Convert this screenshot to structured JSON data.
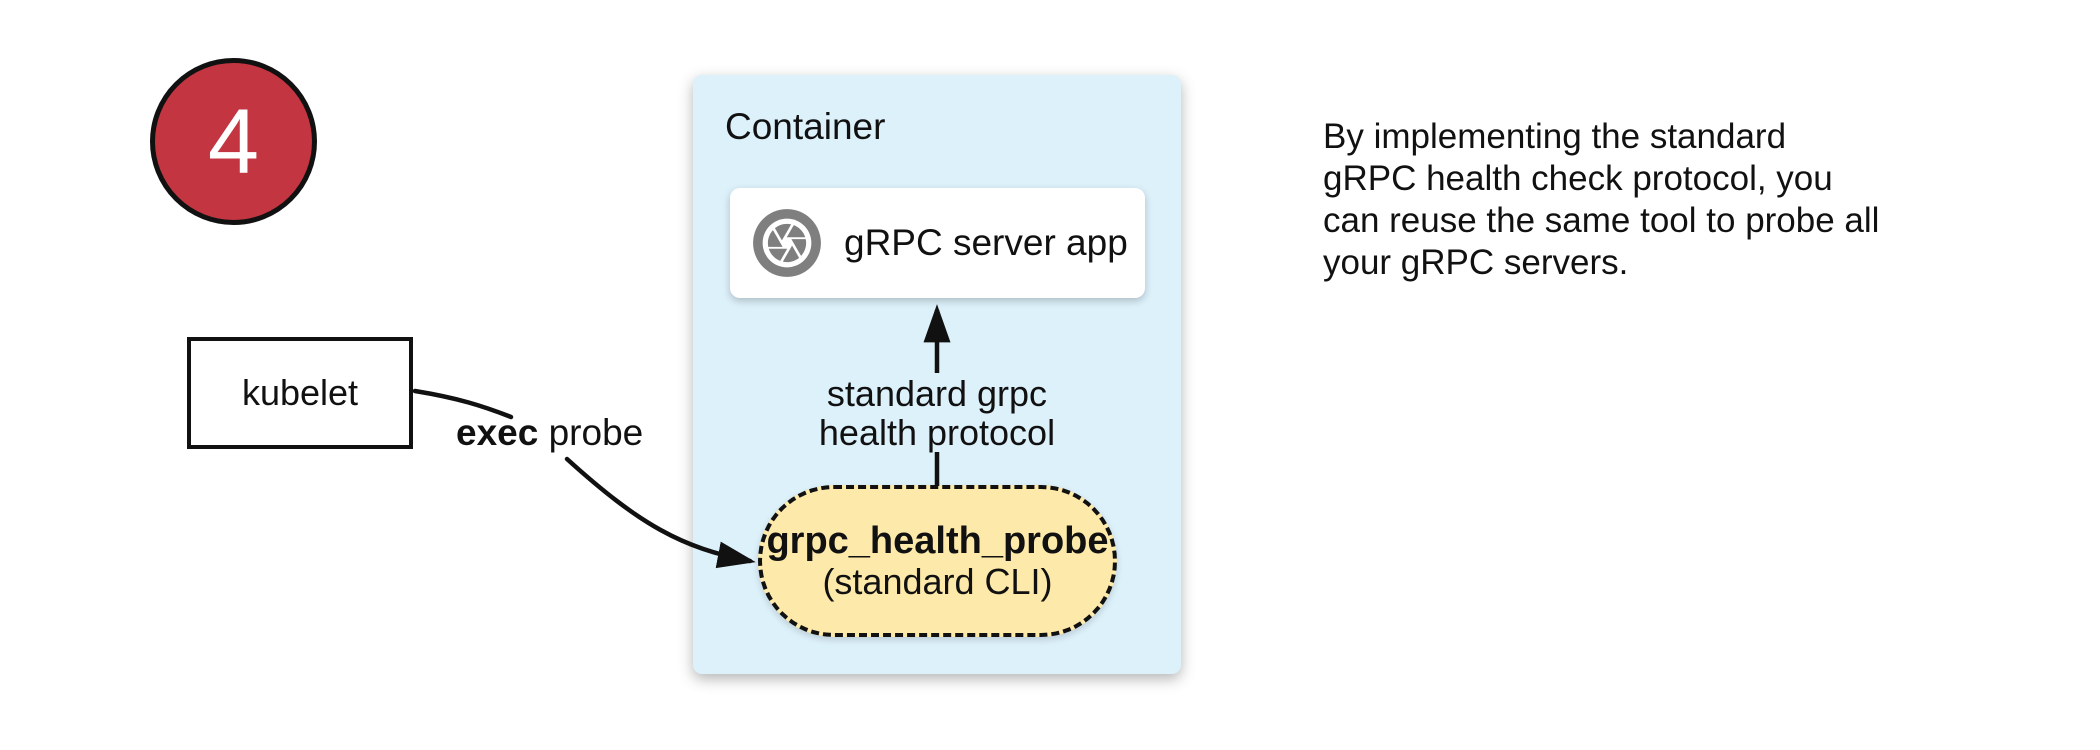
{
  "step_badge": {
    "number": "4",
    "fill_color": "#C23541",
    "text_color": "#ffffff"
  },
  "kubelet_box": {
    "label": "kubelet"
  },
  "exec_probe_arrow": {
    "label_bold": "exec",
    "label_rest": " probe"
  },
  "container_box": {
    "title": "Container",
    "fill_color": "#DDF1FB"
  },
  "grpc_server_box": {
    "label": "gRPC server app",
    "icon": "aperture-icon",
    "icon_color": "#7F7F7F"
  },
  "health_protocol_arrow": {
    "label": "standard grpc\nhealth protocol"
  },
  "probe_pill": {
    "title": "grpc_health_probe",
    "subtitle": "(standard CLI)",
    "fill_color": "#FDE9A9"
  },
  "side_note": {
    "text": "By implementing the standard\ngRPC health check protocol, you\ncan reuse the same tool to probe all\nyour gRPC servers."
  }
}
